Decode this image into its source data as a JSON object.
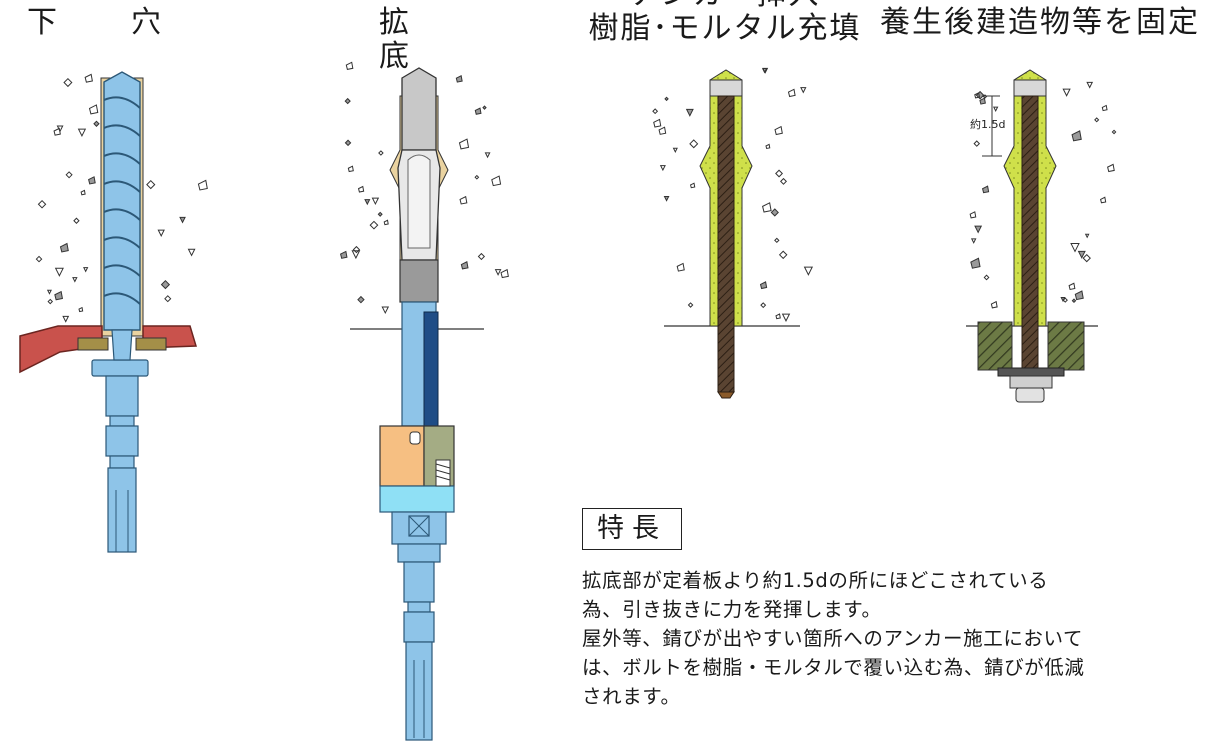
{
  "steps": [
    {
      "title": "下　穴"
    },
    {
      "title": "拡　底"
    },
    {
      "title_line1": "アンカー挿入",
      "title_line2": "樹脂･モルタル充填"
    },
    {
      "title": "養生後建造物等を固定"
    }
  ],
  "dimension_label": "約1.5d",
  "features": {
    "heading": "特長",
    "lines": [
      "拡底部が定着板より約1.5dの所にほどこされている",
      "為、引き抜きに力を発揮します。",
      "屋外等、錆びが出やすい箇所へのアンカー施工において",
      "は、ボルトを樹脂・モルタルで覆い込む為、錆びが低減",
      "されます。"
    ]
  },
  "colors": {
    "drill_blue": "#8ec4e8",
    "resin_green": "#cfe04a",
    "bolt_brown": "#4a3a28",
    "hole_tan": "#ead3a0",
    "dust_red": "#c9524c",
    "plate_green": "#5c6b3c",
    "sleeve_orange": "#f6bf82"
  }
}
